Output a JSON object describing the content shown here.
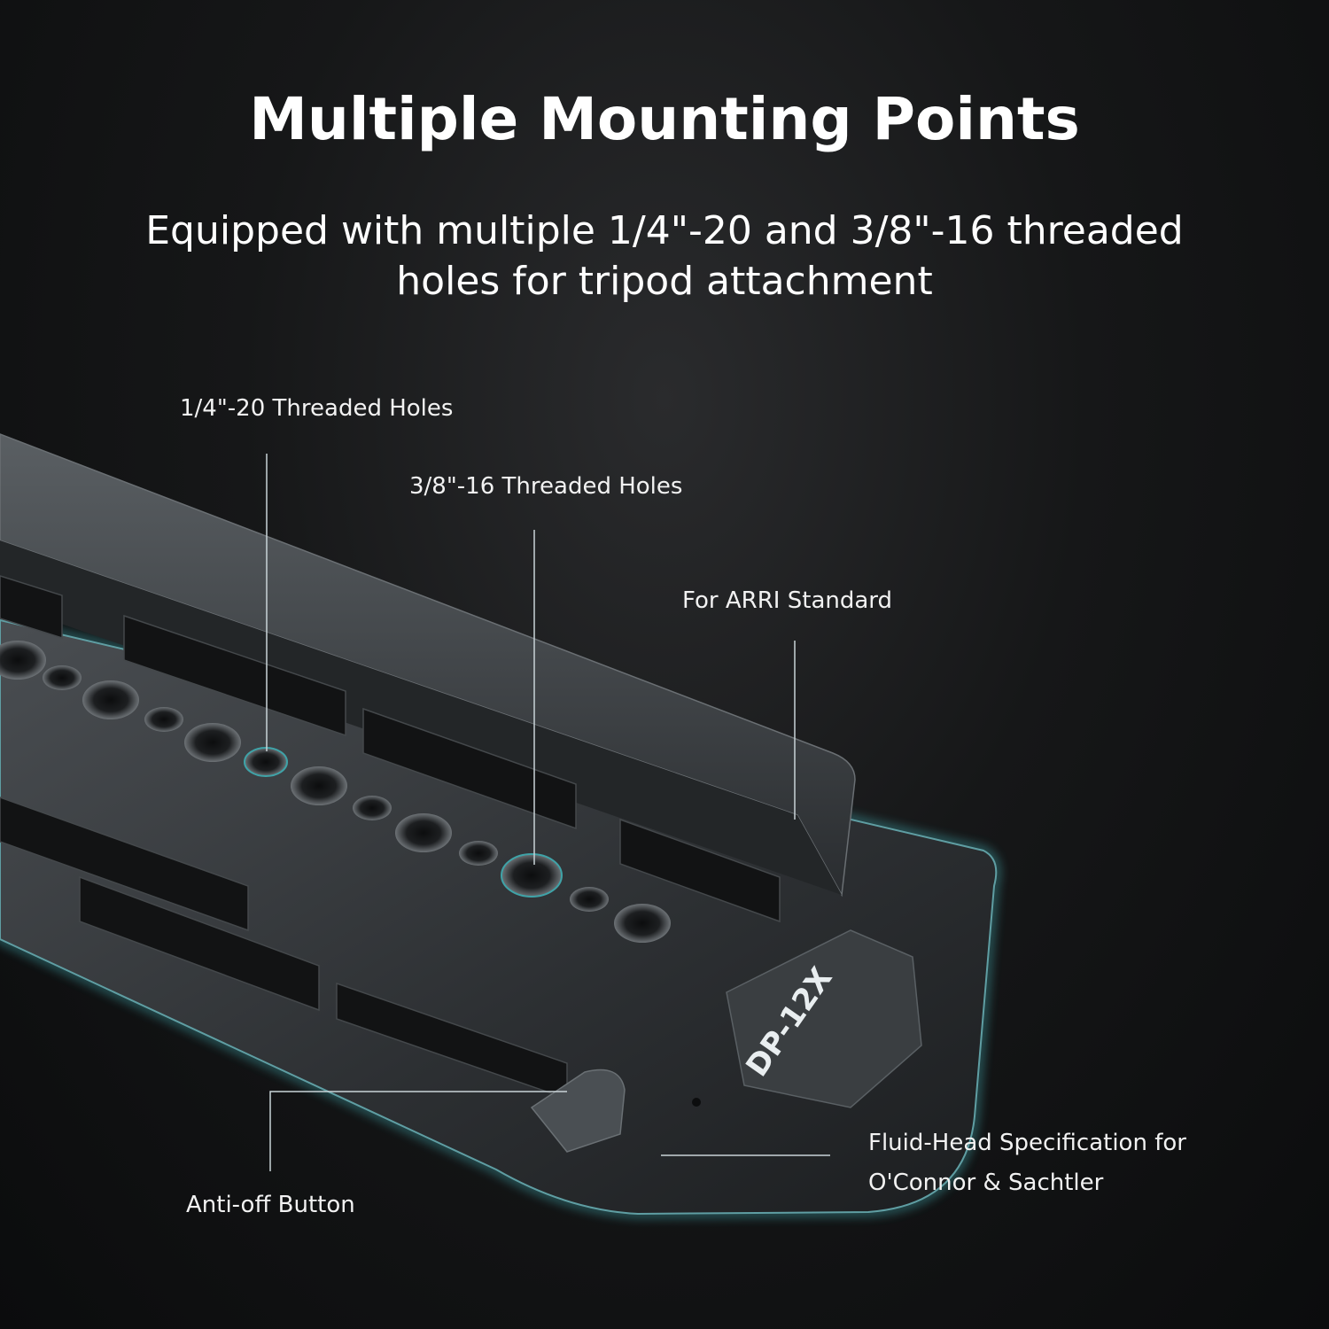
{
  "headline": "Multiple Mounting Points",
  "subtitle": {
    "line1": "Equipped with multiple 1/4\"-20 and 3/8\"-16 threaded",
    "line2": "holes for tripod attachment"
  },
  "callouts": {
    "quarter_holes": "1/4\"-20 Threaded Holes",
    "three_eighths_holes": "3/8\"-16 Threaded Holes",
    "arri": "For ARRI Standard",
    "anti_off": "Anti-off Button",
    "fluid_line1": "Fluid-Head Specification for",
    "fluid_line2": "O'Connor & Sachtler"
  },
  "plate_label": "DP-12X",
  "colors": {
    "background": "#0e0f10",
    "accent_glow": "#3fa3a8",
    "leader_line": "#c9d4d8",
    "text": "#ffffff"
  }
}
